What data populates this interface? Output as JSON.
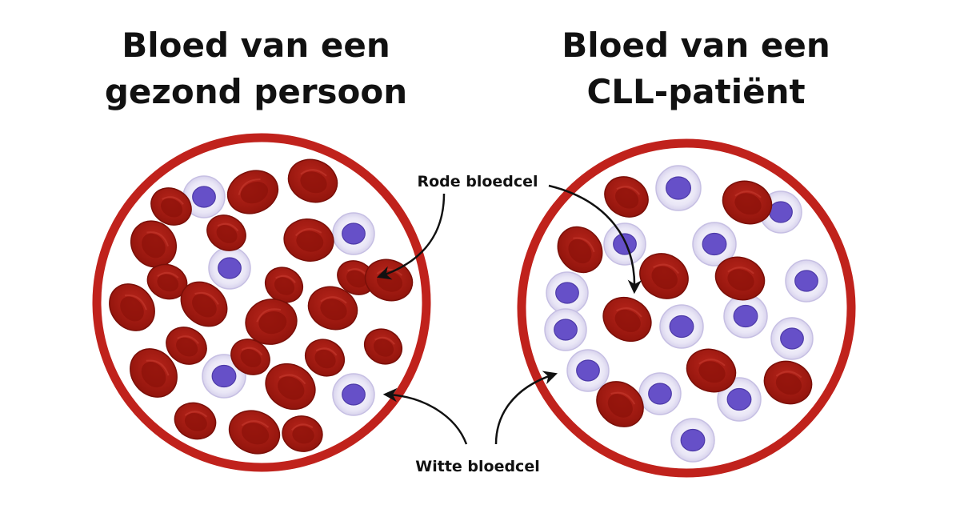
{
  "panels": {
    "left": {
      "title_line1": "Bloed van een",
      "title_line2": "gezond persoon"
    },
    "right": {
      "title_line1": "Bloed van een",
      "title_line2": "CLL-patiënt"
    }
  },
  "labels": {
    "red_cell": "Rode bloedcel",
    "white_cell": "Witte bloedcel"
  },
  "colors": {
    "border": "#c0221c",
    "rbc_fill": "#a3170f",
    "rbc_center": "#8c1109",
    "wbc_outer": "#dcd7ef",
    "wbc_nucleus": "#6650c8",
    "arrow": "#111111"
  }
}
